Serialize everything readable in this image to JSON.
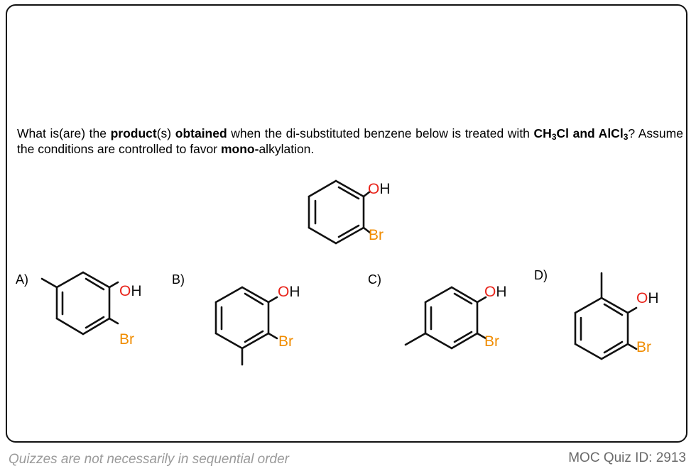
{
  "question": {
    "p1": "What is(are) the ",
    "b1": "product",
    "p2": "(s) ",
    "b2": "obtained",
    "p3": " when the di-substituted benzene below is treated with ",
    "reagent_a": "CH",
    "reagent_a_sub": "3",
    "reagent_b": "Cl and AlCl",
    "reagent_b_sub": "3",
    "p4": "? Assume the conditions are controlled to favor ",
    "b3": "mono-",
    "p5": "alkylation."
  },
  "atoms": {
    "oxygen": "O",
    "hydrogen": "H",
    "bromine": "Br"
  },
  "options": {
    "a": "A)",
    "b": "B)",
    "c": "C)",
    "d": "D)"
  },
  "footer": {
    "left": "Quizzes are not necessarily in sequential order",
    "right": "MOC Quiz ID: 2913"
  },
  "colors": {
    "oxygen": "#e8231a",
    "bromine": "#f08c00",
    "bond": "#111111"
  }
}
